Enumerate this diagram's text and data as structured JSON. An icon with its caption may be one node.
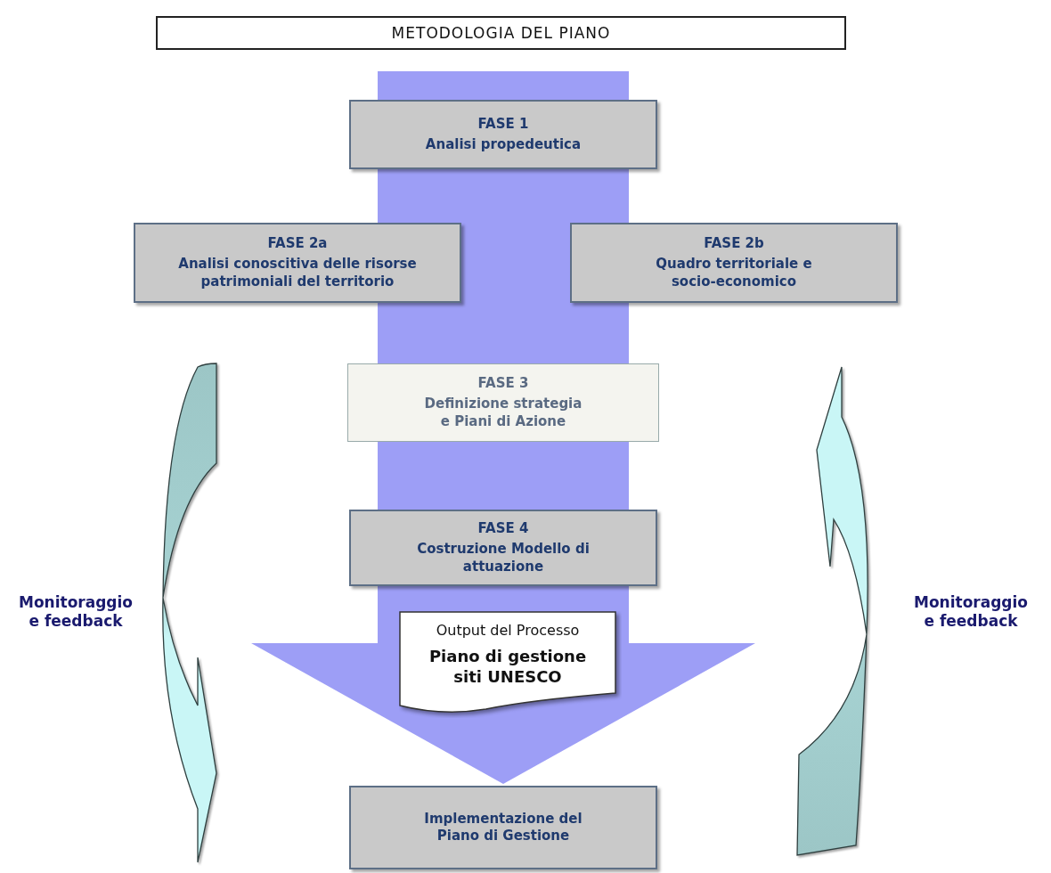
{
  "diagram": {
    "title": "METODOLOGIA DEL PIANO",
    "nodes": [
      {
        "text": [
          "FASE 1",
          "Analisi propedeutica"
        ]
      },
      {
        "text": [
          "FASE 2a",
          "Analisi conoscitiva delle risorse patrimoniali del territorio"
        ]
      },
      {
        "text": [
          "FASE 2b",
          "Quadro territoriale e socio-economico"
        ]
      },
      {
        "text": [
          "FASE 3",
          "Definizione strategia e Piani di Azione"
        ]
      },
      {
        "text": [
          "FASE 4",
          "Costruzione Modello di attuazione"
        ]
      },
      {
        "text": [
          "Output del Processo",
          "Piano di gestione siti UNESCO"
        ]
      },
      {
        "text": [
          "Implementazione del Piano di Gestione"
        ]
      }
    ],
    "edges": [
      {
        "from": null,
        "to": 6,
        "arrow": "to"
      }
    ],
    "labels": [
      "Monitoraggio e feedback",
      "Monitoraggio e feedback"
    ]
  }
}
